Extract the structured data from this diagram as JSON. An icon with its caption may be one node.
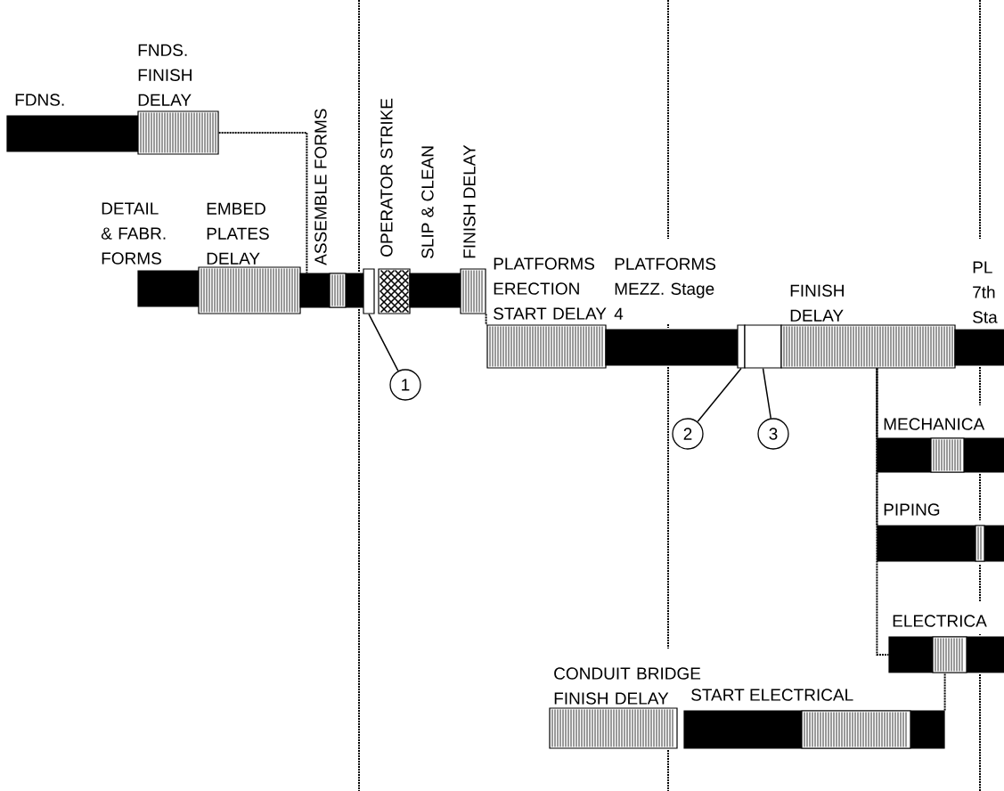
{
  "diagram": {
    "nodes": [
      {
        "text": [
          "FDNS."
        ]
      },
      {
        "text": [
          "FNDS. FINISH DELAY"
        ]
      },
      {
        "text": [
          "DETAIL & FABR. FORMS"
        ]
      },
      {
        "text": [
          "EMBED PLATES DELAY"
        ]
      },
      {
        "text": [
          "ASSEMBLE FORMS"
        ]
      },
      {
        "text": [],
        "shape": "bar",
        "in": 4
      },
      {
        "text": [],
        "shape": "box"
      },
      {
        "text": [
          "OPERATOR STRIKE"
        ]
      },
      {
        "text": [
          "SLIP & CLEAN"
        ]
      },
      {
        "text": [
          "FINISH DELAY"
        ]
      },
      {
        "text": [
          "PLATFORMS ERECTION START DELAY"
        ]
      },
      {
        "text": [
          "PLATFORMS MEZZ. Stage 4"
        ]
      },
      {
        "text": [],
        "shape": "box"
      },
      {
        "text": [],
        "shape": "box"
      },
      {
        "text": [
          "FINISH DELAY"
        ]
      },
      {
        "text": [
          "PL 7th Sta"
        ]
      },
      {
        "text": [
          "1"
        ]
      },
      {
        "text": [
          "2"
        ]
      },
      {
        "text": [
          "3"
        ]
      },
      {
        "text": [
          "MECHANICA"
        ]
      },
      {
        "text": [],
        "shape": "bar",
        "in": 19
      },
      {
        "text": [
          "PIPING"
        ]
      },
      {
        "text": [],
        "shape": "bar",
        "in": 21
      },
      {
        "text": [
          "ELECTRICA"
        ]
      },
      {
        "text": [],
        "shape": "bar",
        "in": 23
      },
      {
        "text": [
          "CONDUIT BRIDGE FINISH DELAY"
        ]
      },
      {
        "text": [
          "START ELECTRICAL"
        ]
      },
      {
        "text": [],
        "shape": "bar",
        "in": 26
      }
    ],
    "edges": [
      {
        "from": 16,
        "to": 6,
        "arrow": "none"
      },
      {
        "from": 17,
        "to": 12,
        "arrow": "none"
      },
      {
        "from": 18,
        "to": 13,
        "arrow": "none"
      },
      {
        "from": 1,
        "to": 4,
        "arrow": "none",
        "style": "dashed"
      },
      {
        "from": 9,
        "to": 10,
        "arrow": "none",
        "style": "dashed"
      },
      {
        "from": 14,
        "to": 19,
        "arrow": "none",
        "style": "dashed"
      },
      {
        "from": 14,
        "to": 21,
        "arrow": "none",
        "style": "dashed"
      },
      {
        "from": 14,
        "to": 23,
        "arrow": "none",
        "style": "dashed"
      },
      {
        "from": 26,
        "to": 24,
        "arrow": "none",
        "style": "dashed"
      }
    ]
  }
}
